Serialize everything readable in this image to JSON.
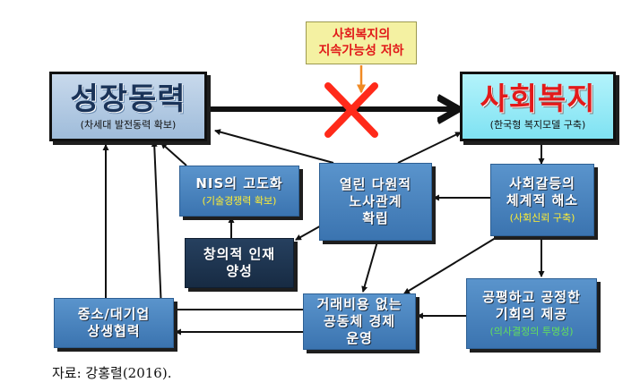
{
  "note": {
    "line1": "사회복지의",
    "line2": "지속가능성 저하"
  },
  "growth": {
    "title": "성장동력",
    "sub": "(차세대 발전동력 확보)"
  },
  "welfare": {
    "title": "사회복지",
    "sub": "(한국형 복지모델 구축)"
  },
  "nis": {
    "title": "NIS의 고도화",
    "sub": "(기술경쟁력 확보)"
  },
  "labor": {
    "line1": "열린 다원적",
    "line2": "노사관계",
    "line3": "확립"
  },
  "conflict": {
    "line1": "사회갈등의",
    "line2": "체계적 해소",
    "sub": "(사회신뢰 구축)"
  },
  "talent": {
    "line1": "창의적 인재",
    "line2": "양성"
  },
  "sme": {
    "line1": "중소/대기업",
    "line2": "상생협력"
  },
  "economy": {
    "line1": "거래비용 없는",
    "line2": "공동체 경제",
    "line3": "운영"
  },
  "fair": {
    "line1": "공평하고 공정한",
    "line2": "기회의 제공",
    "sub": "(의사결정의 투명성)"
  },
  "caption": "자료: 강홍렬(2016).",
  "colors": {
    "box": "#3f7ab8",
    "dark_box": "#1f3550",
    "cross": "#ff2a1a",
    "note_text": "#e11919"
  }
}
